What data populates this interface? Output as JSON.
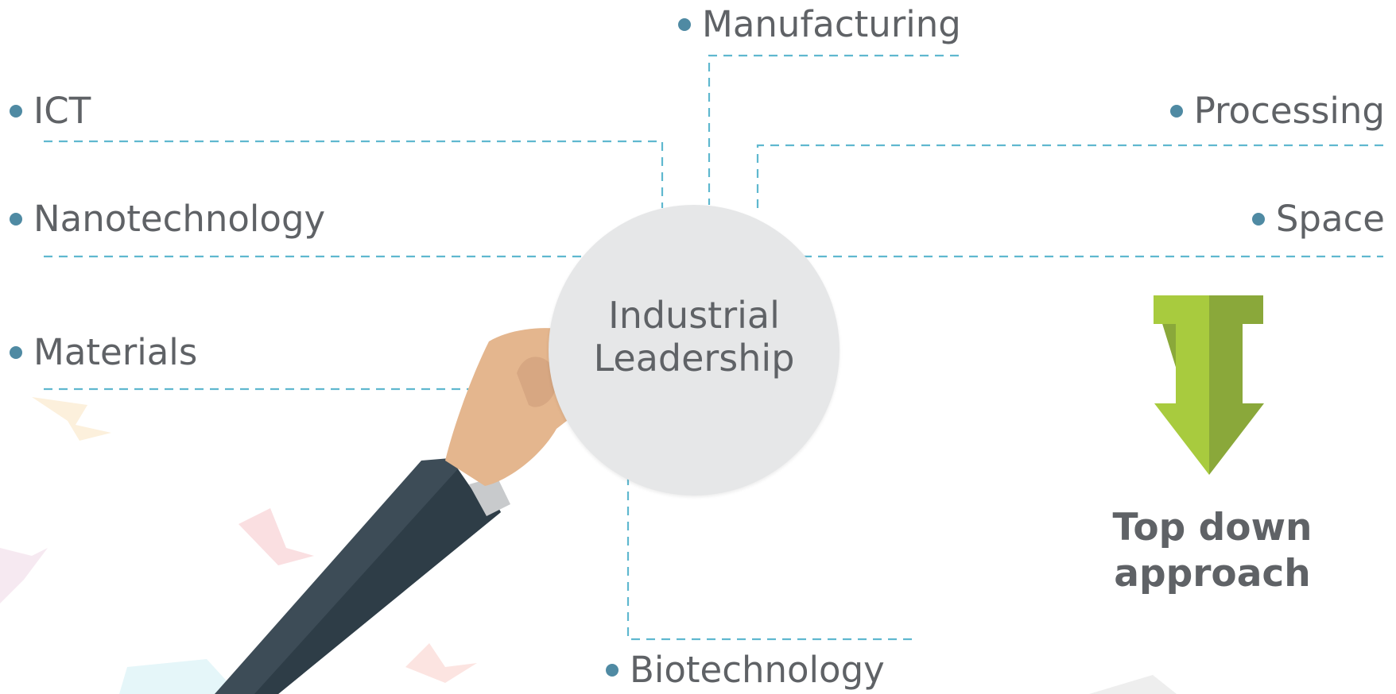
{
  "center": {
    "line1": "Industrial",
    "line2": "Leadership"
  },
  "left_items": [
    {
      "label": "ICT"
    },
    {
      "label": "Nanotechnology"
    },
    {
      "label": "Materials"
    }
  ],
  "top_item": {
    "label": "Manufacturing"
  },
  "right_items": [
    {
      "label": "Processing"
    },
    {
      "label": "Space"
    }
  ],
  "bottom_item": {
    "label": "Biotechnology"
  },
  "caption": {
    "line1": "Top down",
    "line2": "approach"
  },
  "colors": {
    "connector": "#5fb8cf",
    "bullet": "#4f8aa3",
    "text": "#5f6266",
    "circle": "#e6e7e8",
    "arrow_light": "#a8cb3e",
    "arrow_dark": "#8aa83a",
    "sleeve": "#3d4c57",
    "sleeve_dark": "#2e3d47",
    "skin": "#e4b68e"
  }
}
